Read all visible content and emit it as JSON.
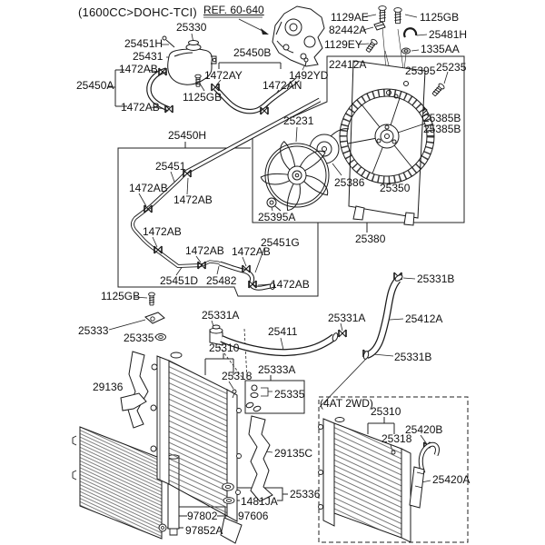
{
  "header": {
    "engine_variant": "(1600CC>DOHC-TCI)",
    "reference": "REF. 60-640"
  },
  "inset": {
    "label": "(4AT 2WD)"
  },
  "parts": {
    "p25330": "25330",
    "p25451h": "25451H",
    "p25431": "25431",
    "p1472ab": "1472AB",
    "p25450a": "25450A",
    "p1125gb": "1125GB",
    "p1472ay": "1472AY",
    "p25450b": "25450B",
    "p1492yd": "1492YD",
    "p1472an": "1472AN",
    "p1129ae": "1129AE",
    "p82442a": "82442A",
    "p25481h": "25481H",
    "p1129ey": "1129EY",
    "p1335aa": "1335AA",
    "p22412a": "22412A",
    "p25395": "25395",
    "p25235": "25235",
    "p25385b": "25385B",
    "p25386": "25386",
    "p25350": "25350",
    "p25380": "25380",
    "p25231": "25231",
    "p25395a": "25395A",
    "p25450h": "25450H",
    "p25451": "25451",
    "p25451g": "25451G",
    "p25451d": "25451D",
    "p25482": "25482",
    "p25333": "25333",
    "p25335": "25335",
    "p25331a": "25331A",
    "p25310": "25310",
    "p25318": "25318",
    "p29136": "29136",
    "p25411": "25411",
    "p25333a": "25333A",
    "p25331b": "25331B",
    "p25412a": "25412A",
    "p29135c": "29135C",
    "p25336": "25336",
    "p1481ja": "1481JA",
    "p97802": "97802",
    "p97606": "97606",
    "p97852a": "97852A",
    "p25420b": "25420B",
    "p25420a": "25420A"
  }
}
